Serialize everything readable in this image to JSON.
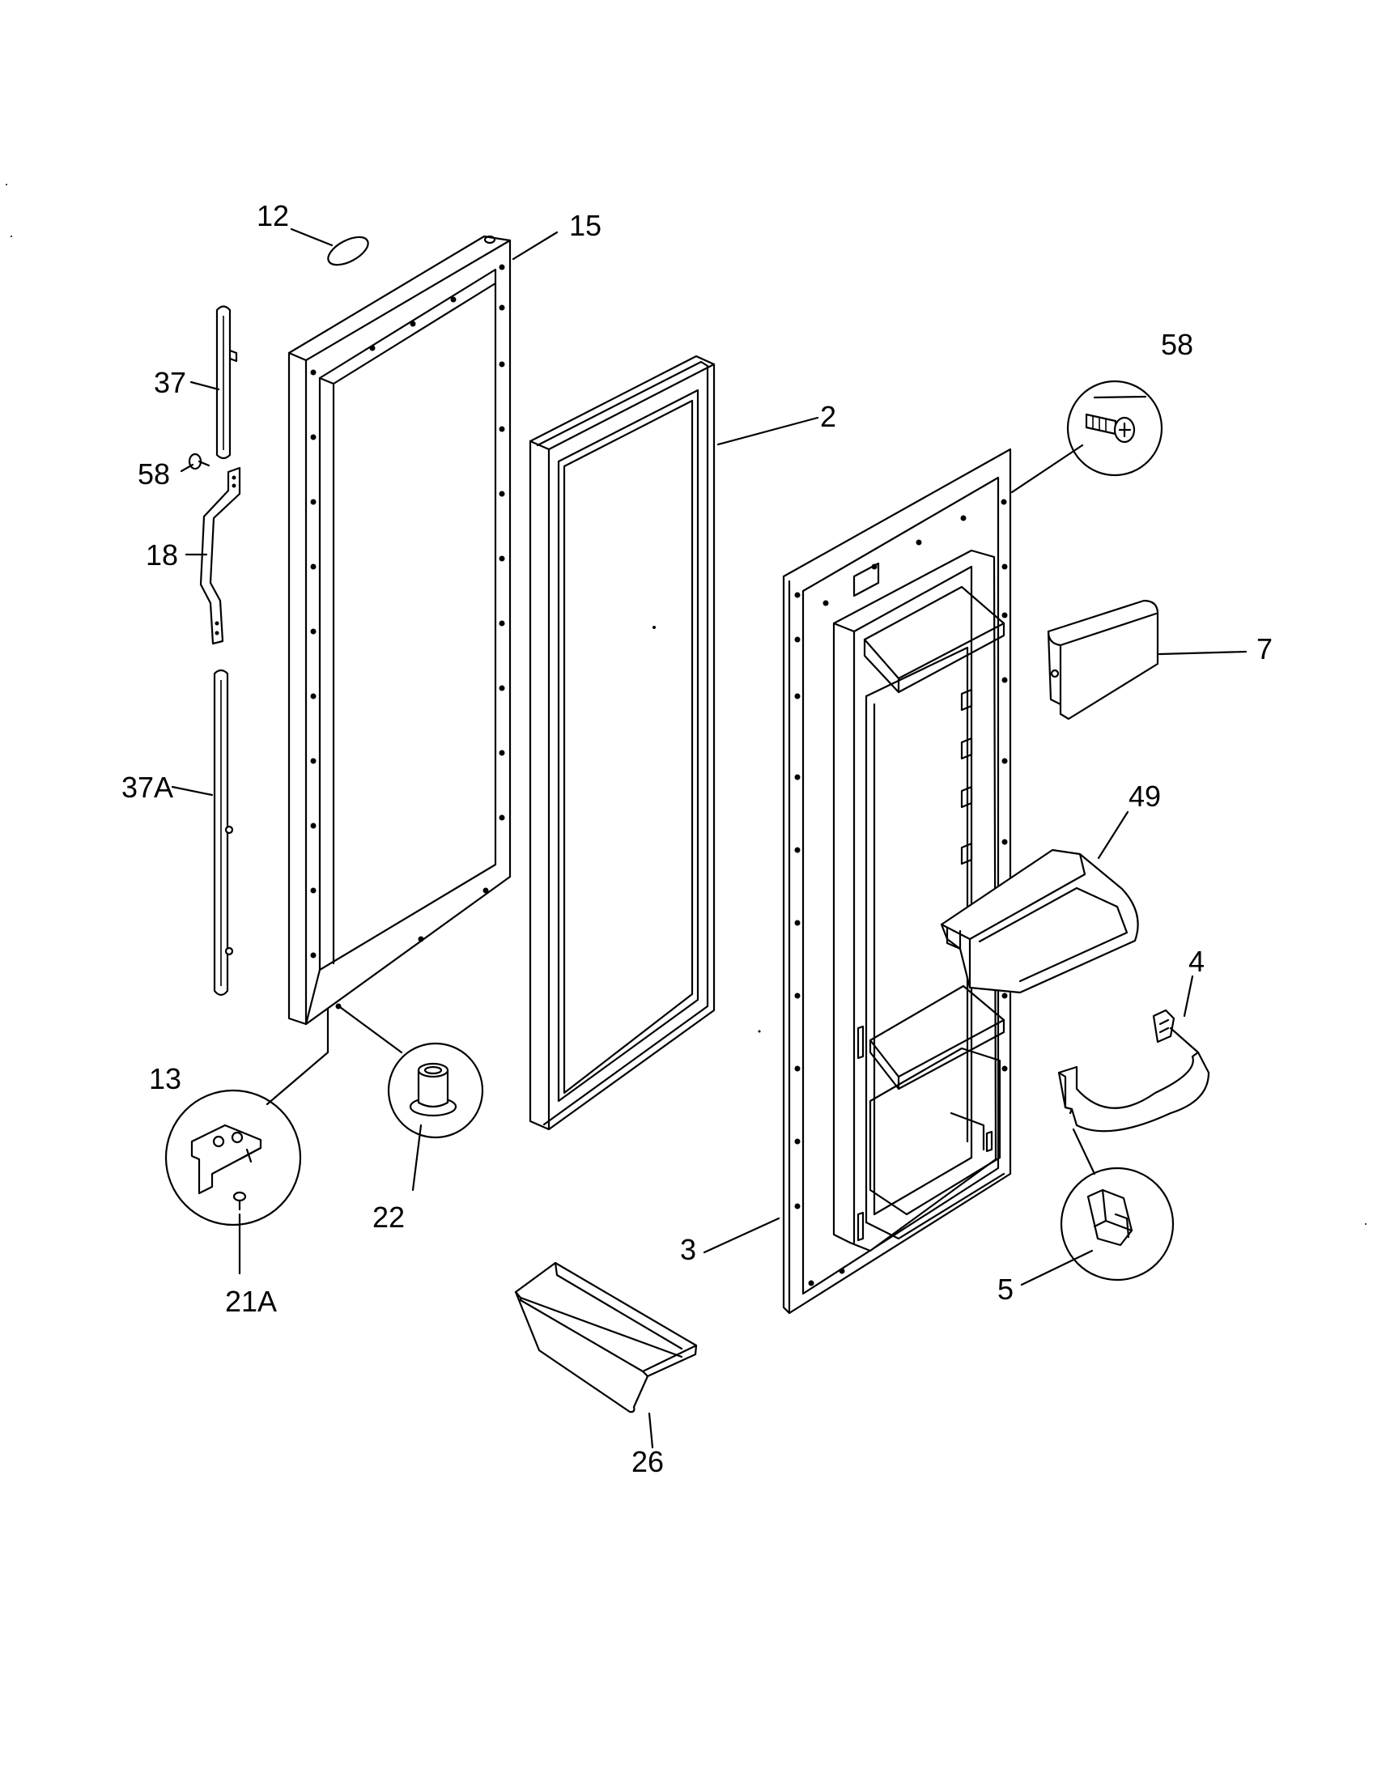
{
  "diagram": {
    "part_labels": {
      "p12": "12",
      "p15": "15",
      "p37": "37",
      "p58_left": "58",
      "p18": "18",
      "p37a": "37A",
      "p13": "13",
      "p21a": "21A",
      "p22": "22",
      "p2": "2",
      "p58_right": "58",
      "p7": "7",
      "p49": "49",
      "p4": "4",
      "p3": "3",
      "p5": "5",
      "p26": "26"
    }
  }
}
